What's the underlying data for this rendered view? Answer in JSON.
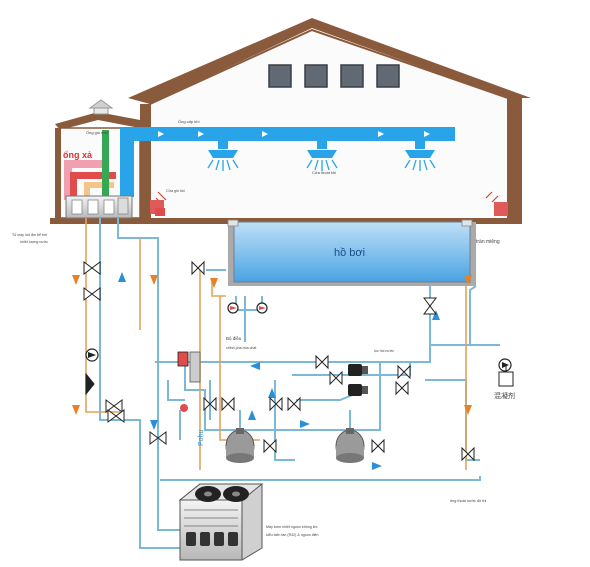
{
  "labels": {
    "exhaust_pipe": "ống xả",
    "air_pipe": "Ống gió mới",
    "duct_top": "Ống cấp khí",
    "air_outlet": "Cửa thoát khí",
    "roof_vent": "Cửa gió hồi",
    "unit_note_1": "Tủ máy hút ẩm bể bơi",
    "unit_note_2": "nhiệt lượng nước",
    "pool": "hồ bơi",
    "overflow": "tràn miệng",
    "pump_group": "Bộ điều",
    "pump_group_sub": "chỉnh pha hóa chất",
    "filter_note": "lọc hồi nước",
    "tank": "混凝剂",
    "pohu": "Pohu",
    "drain": "ống thoát nước đô thị",
    "heatpump_note_1": "Máy bơm nhiệt nguồn không khí",
    "heatpump_note_2": "kiểu biến tần (R32) & nguồn điện"
  },
  "colors": {
    "roof": "#8a5a3c",
    "wall": "#fbfbfb",
    "duct": "#29a4e8",
    "pool": "#5aaee6",
    "pipe_blue": "#7bb9d6",
    "pipe_orange": "#e2a35a",
    "green_pipe": "#34a853",
    "red_pipe": "#e14b4b",
    "pink_pipe": "#f0a0b0",
    "arrow_orange": "#e8822a",
    "arrow_blue": "#2a8fd6"
  }
}
